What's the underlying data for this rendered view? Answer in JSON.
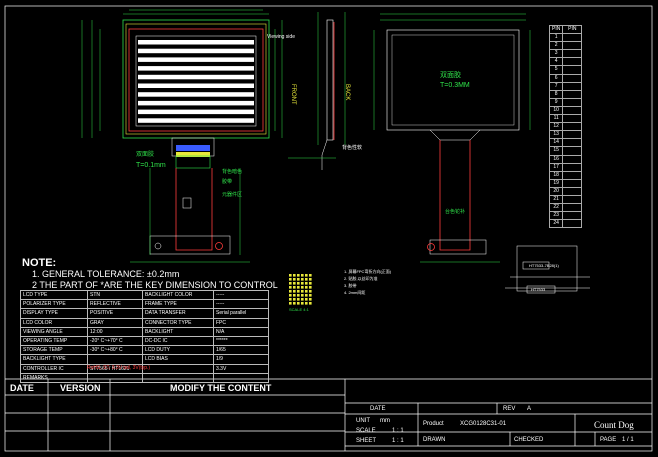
{
  "labels": {
    "viewing_side": "Viewing side",
    "front": "FRONT",
    "back": "BACK",
    "polarizer_left": "双面胶",
    "polarizer_left_t": "T=0.1mm",
    "fpc_label1": "背色暗色",
    "fpc_label2": "胶带",
    "fpc_label3": "元器件区",
    "backlight_label": "背色性软",
    "hole_label": "台色铊补",
    "right_tape": "双面胶",
    "right_tape_t": "T=0.3MM",
    "scale": "SCALE 4:1",
    "dim1": "HT7533-7B28(1)",
    "dim_led": "HT7533"
  },
  "pin_table": {
    "headers": [
      "PIN",
      "PIN"
    ],
    "rows": [
      "1",
      "2",
      "3",
      "4",
      "5",
      "6",
      "7",
      "8",
      "9",
      "10",
      "11",
      "12",
      "13",
      "14",
      "15",
      "16",
      "17",
      "18",
      "19",
      "20",
      "21",
      "22",
      "23",
      "24"
    ]
  },
  "circuit_notes": [
    "1. 屏幕FPC弯折方向(正面)",
    "2. 贴胶,以丝印为准",
    "3. 胶带",
    "4. 2mm间距 "
  ],
  "notes": {
    "title": "NOTE:",
    "items": [
      "1. GENERAL   TOLERANCE:   ±0.2mm",
      "2  THE PART OF *ARE THE KEY DIMENSION TO CONTROL"
    ]
  },
  "spec_table": [
    [
      "LCD TYPE",
      "STN",
      "BACKLIGHT COLOR",
      "-----"
    ],
    [
      "POLARIZER TYPE",
      "REFLECTIVE",
      "FRAME TYPE",
      "-----"
    ],
    [
      "DISPLAY TYPE",
      "POSITIVE",
      "DATA TRANSFER",
      "Serial parallel"
    ],
    [
      "LCD COLOR",
      "GRAY",
      "CONNECTOR TYPE",
      "FPC"
    ],
    [
      "VIEWING ANGLE",
      "12:00",
      "BACKLIGHT",
      "N/A"
    ],
    [
      "OPERATING TEMP",
      "-20° C~+70° C",
      "DC-DC IC",
      "******"
    ],
    [
      "STORAGE TEMP",
      "-30° C~+80° C",
      "LCD DUTY",
      "1/65"
    ],
    [
      "BACKLIGHT TYPE",
      "",
      "LCD BIAS",
      "1/9"
    ],
    [
      "CONTROLLER IC",
      "ST7565 / HT1621",
      "",
      "3.3V"
    ],
    [
      "REMARKS",
      "",
      "",
      ""
    ]
  ],
  "remarks_value": "RoHS, ST, 3.3V tail, 3V(typ.)",
  "revision": {
    "date_header": "DATE",
    "version_header": "VERSION",
    "content_header": "MODIFY THE CONTENT"
  },
  "title_block": {
    "date_label": "DATE",
    "rev_label": "REV",
    "rev_value": "A",
    "unit_label": "UNIT",
    "unit_value": "mm",
    "scale_label": "SCALE",
    "scale_value": "1 : 1",
    "sheet_label": "SHEET",
    "sheet_value": "1 : 1",
    "product_label": "Product",
    "product_value": "XCG0128C31-01",
    "drawn_label": "DRAWN",
    "checked_label": "CHECKED",
    "company": "Count Dog",
    "page_label": "PAGE",
    "page_value": "1 / 1"
  }
}
